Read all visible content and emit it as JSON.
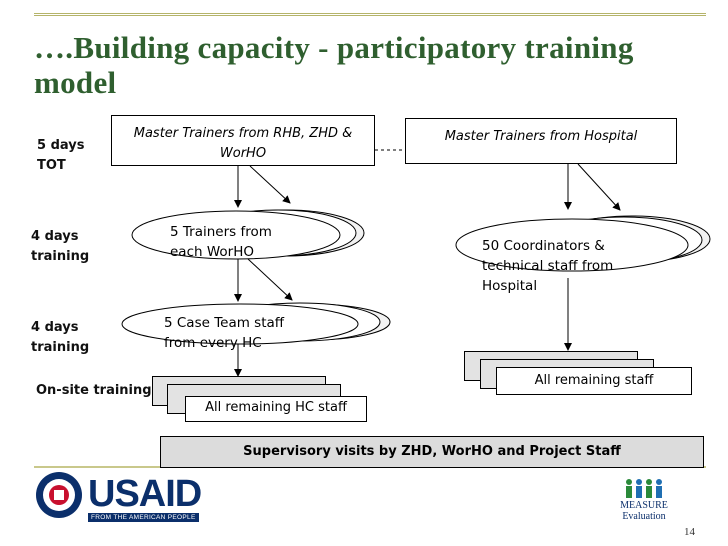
{
  "slide": {
    "title_line1": "….Building capacity - participatory training",
    "title_line2": "model",
    "page_number": "14"
  },
  "labels": {
    "tot_days": "5 days",
    "tot": "TOT",
    "row2_days": "4 days",
    "row2_training": "training",
    "row3_days": "4 days",
    "row3_training": "training",
    "onsite": "On-site training"
  },
  "boxes": {
    "master_rhb_line1": "Master Trainers from RHB, ZHD &",
    "master_rhb_line2": "WorHO",
    "master_hospital": "Master Trainers from Hospital",
    "trainers_line1": "5 Trainers from",
    "trainers_line2": "each WorHO",
    "coord_line1": "50 Coordinators &",
    "coord_line2": "technical staff from",
    "coord_line3": "Hospital",
    "caseteam_line1": "5 Case Team staff",
    "caseteam_line2": "from  every HC",
    "remaining_hc": "All remaining  HC staff",
    "remaining_staff": "All remaining staff",
    "supervisory": "Supervisory visits by ZHD, WorHO and Project Staff"
  },
  "logos": {
    "usaid_word": "USAID",
    "usaid_tagline": "FROM THE AMERICAN PEOPLE",
    "measure_line1": "MEASURE",
    "measure_line2": "Evaluation"
  },
  "colors": {
    "title": "#2f5f2f",
    "rule": "#b5b46a",
    "usaid_blue": "#0b2f6b",
    "stack_gray": "#e3e3e3"
  }
}
